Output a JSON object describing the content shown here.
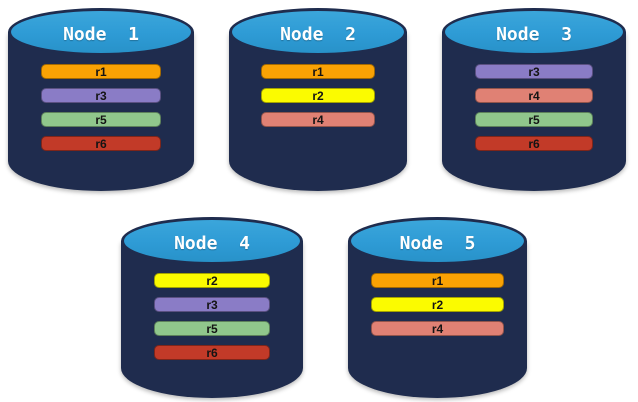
{
  "diagram": {
    "colors": {
      "background": "#FFFFFF",
      "cylinder_body": "#1F2C4E",
      "cylinder_top": "#2E9BD5",
      "node_label_text": "#FFFFFF",
      "replica_label_text": "#141414",
      "replicas": {
        "r1": "#F9A204",
        "r2": "#FBFB00",
        "r3": "#8A7CC6",
        "r4": "#E08174",
        "r5": "#90C78C",
        "r6": "#C23A28"
      }
    },
    "nodes": [
      {
        "label": "Node  1",
        "replicas": [
          "r1",
          "r3",
          "r5",
          "r6"
        ]
      },
      {
        "label": "Node  2",
        "replicas": [
          "r1",
          "r2",
          "r4"
        ]
      },
      {
        "label": "Node  3",
        "replicas": [
          "r3",
          "r4",
          "r5",
          "r6"
        ]
      },
      {
        "label": "Node  4",
        "replicas": [
          "r2",
          "r3",
          "r5",
          "r6"
        ]
      },
      {
        "label": "Node  5",
        "replicas": [
          "r1",
          "r2",
          "r4"
        ]
      }
    ]
  }
}
